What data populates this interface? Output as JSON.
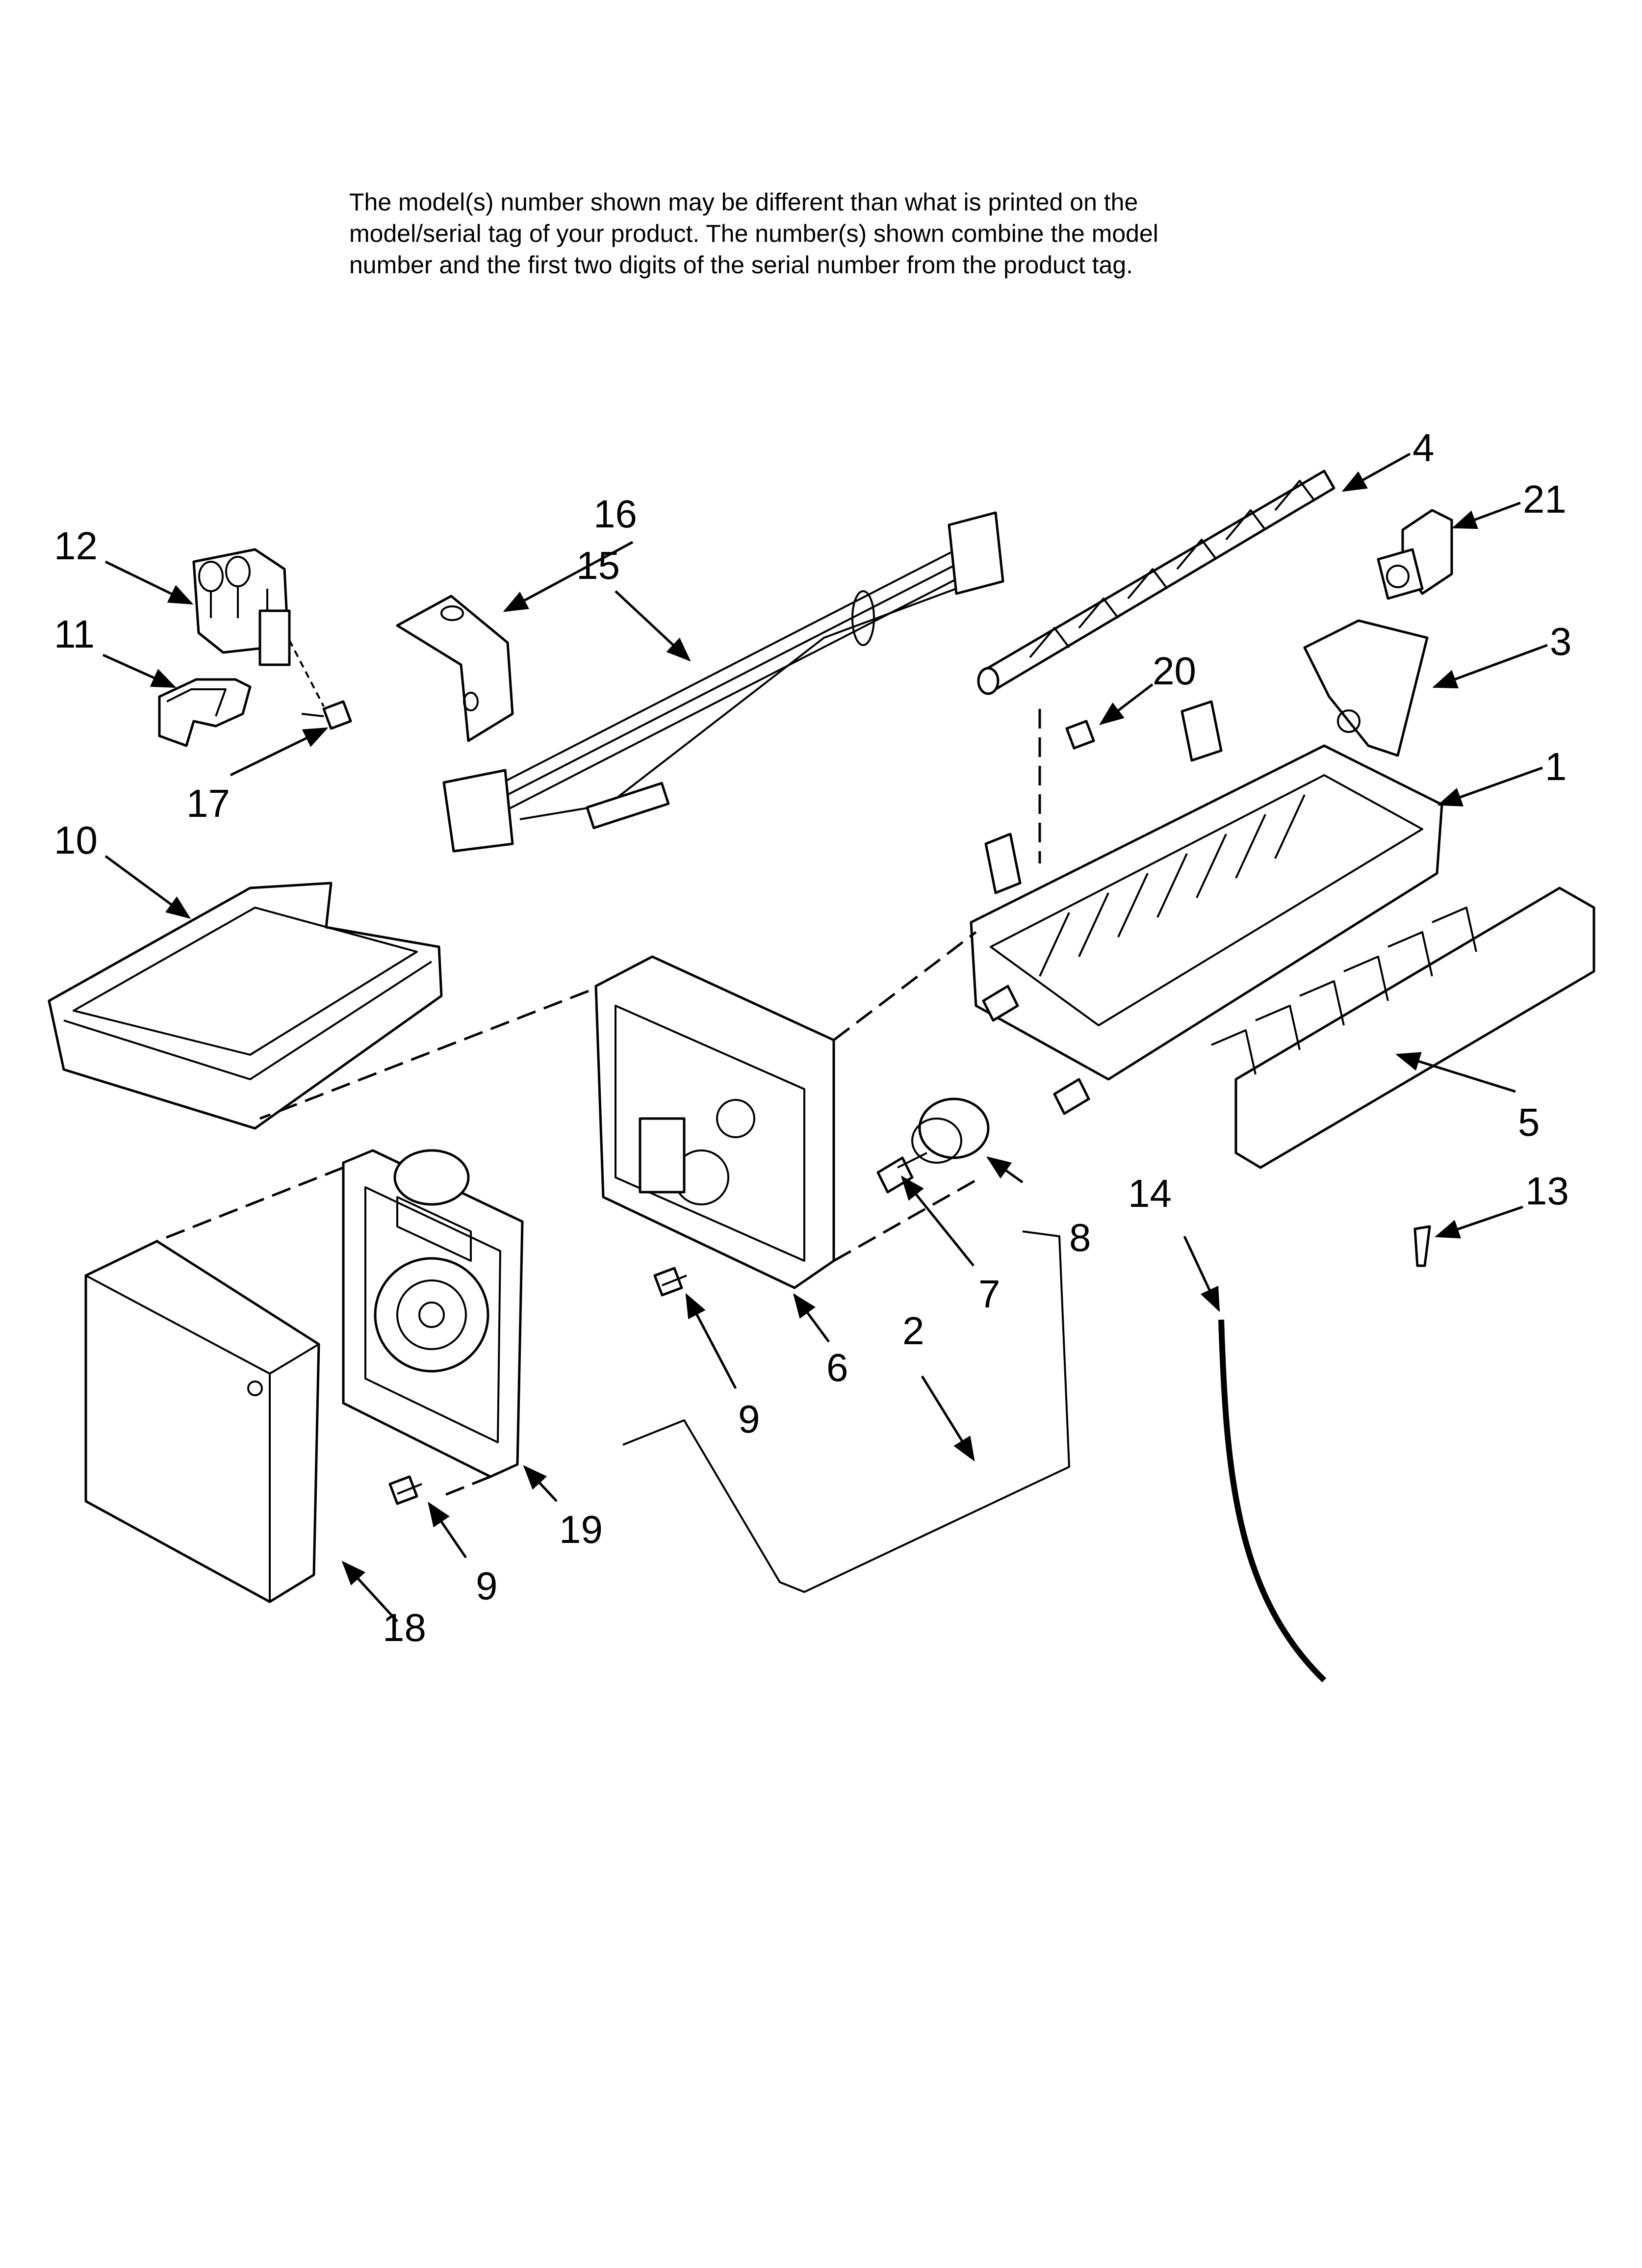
{
  "note_lines": [
    "The model(s) number shown may be different than what is printed on the",
    "model/serial tag of your product. The number(s) shown combine the model",
    "number and the first two digits of the serial number from the product tag."
  ],
  "callouts": {
    "c1": "1",
    "c2": "2",
    "c3": "3",
    "c4": "4",
    "c5": "5",
    "c6": "6",
    "c7": "7",
    "c8": "8",
    "c9a": "9",
    "c9b": "9",
    "c10": "10",
    "c11": "11",
    "c12": "12",
    "c13": "13",
    "c14": "14",
    "c15": "15",
    "c16": "16",
    "c17": "17",
    "c18": "18",
    "c19": "19",
    "c20": "20",
    "c21": "21"
  }
}
